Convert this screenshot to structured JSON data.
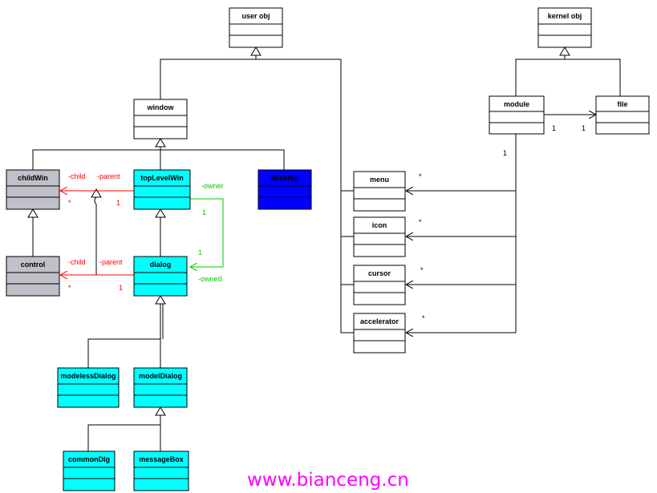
{
  "classes": [
    {
      "id": "user-obj",
      "name": "user obj",
      "fill": "#ffffff"
    },
    {
      "id": "kernel-obj",
      "name": "kernel obj",
      "fill": "#ffffff"
    },
    {
      "id": "window",
      "name": "window",
      "fill": "#ffffff"
    },
    {
      "id": "module",
      "name": "module",
      "fill": "#ffffff"
    },
    {
      "id": "file",
      "name": "file",
      "fill": "#ffffff"
    },
    {
      "id": "childwin",
      "name": "childWin",
      "fill": "#c0c0c8"
    },
    {
      "id": "toplevelwin",
      "name": "topLevelWin",
      "fill": "#00ffff"
    },
    {
      "id": "desktop",
      "name": "desktop",
      "fill": "#0000ff"
    },
    {
      "id": "menu",
      "name": "menu",
      "fill": "#ffffff"
    },
    {
      "id": "icon",
      "name": "icon",
      "fill": "#ffffff"
    },
    {
      "id": "cursor",
      "name": "cursor",
      "fill": "#ffffff"
    },
    {
      "id": "accelerator",
      "name": "accelerator",
      "fill": "#ffffff"
    },
    {
      "id": "control",
      "name": "control",
      "fill": "#c0c0c8"
    },
    {
      "id": "dialog",
      "name": "dialog",
      "fill": "#00ffff"
    },
    {
      "id": "modelessdialog",
      "name": "modelessDialog",
      "fill": "#00ffff"
    },
    {
      "id": "modeldialog",
      "name": "modelDialog",
      "fill": "#00ffff"
    },
    {
      "id": "commondlg",
      "name": "commonDlg",
      "fill": "#00ffff"
    },
    {
      "id": "messagebox",
      "name": "messageBox",
      "fill": "#00ffff"
    }
  ],
  "labels": {
    "childwin_role_child": "-child",
    "childwin_role_parent": "-parent",
    "childwin_mult_child": "*",
    "childwin_mult_parent": "1",
    "control_role_child": "-child",
    "control_role_parent": "-parent",
    "control_mult_child": "*",
    "control_mult_parent": "1",
    "owner_role": "-owner",
    "owned_role": "-owned",
    "owner_mult_top": "1",
    "owner_mult_dialog": "1",
    "module_file_mult_module": "1",
    "module_file_mult_file": "1",
    "module_mult": "1",
    "menu_mult": "*",
    "icon_mult": "*",
    "cursor_mult": "*",
    "accelerator_mult": "*"
  },
  "colors": {
    "line": "#000000",
    "red_assoc": "#ff0000",
    "green_assoc": "#00c800",
    "red_text": "#ff0000",
    "green_text": "#00c800"
  },
  "watermark": "www.bianceng.cn"
}
